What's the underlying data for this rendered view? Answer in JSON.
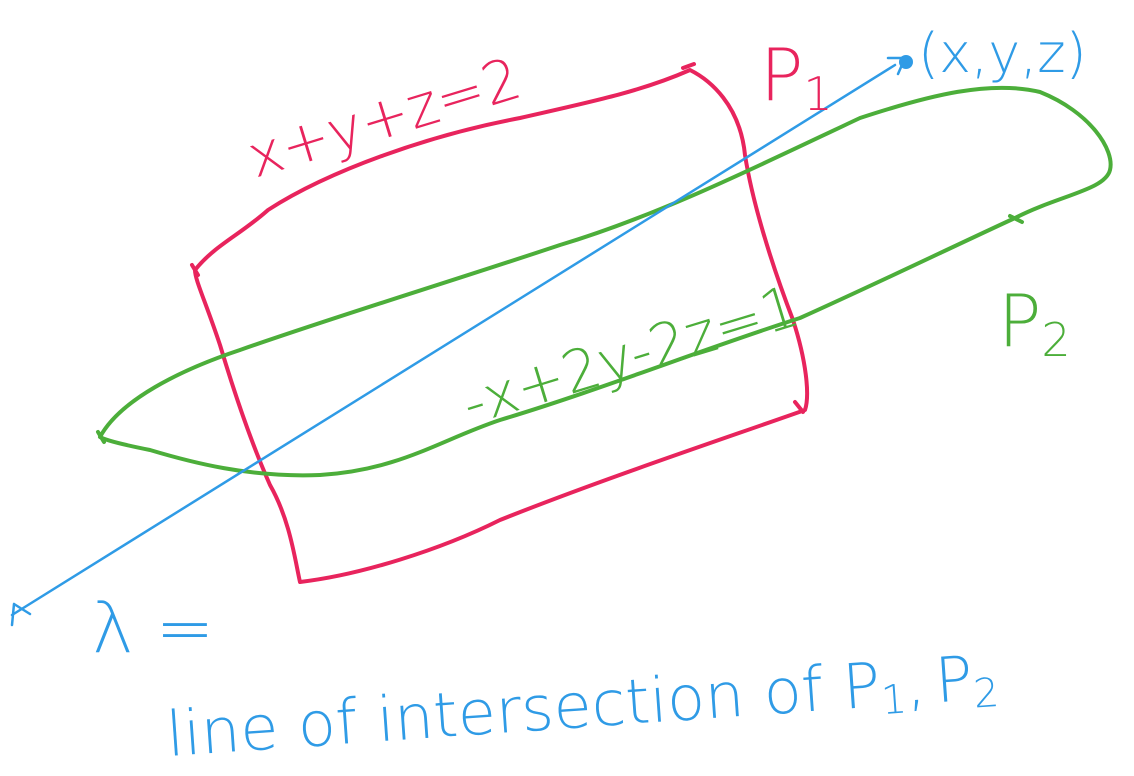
{
  "colors": {
    "plane1": "#e8245d",
    "plane2": "#4cae3a",
    "line": "#2f9be6",
    "background": "#ffffff"
  },
  "top_partial_text": "",
  "plane1": {
    "label": "P",
    "label_sub": "1",
    "equation": "x+y+z=2"
  },
  "plane2": {
    "label": "P",
    "label_sub": "2",
    "equation": "-x+2y-2z=1"
  },
  "line": {
    "point_label": "(x,y,z)",
    "lambda_label": "λ =",
    "caption_part1": "line of intersection of ",
    "caption_p": "P",
    "caption_sub1": "1",
    "caption_comma": ",",
    "caption_sub2": "2"
  }
}
